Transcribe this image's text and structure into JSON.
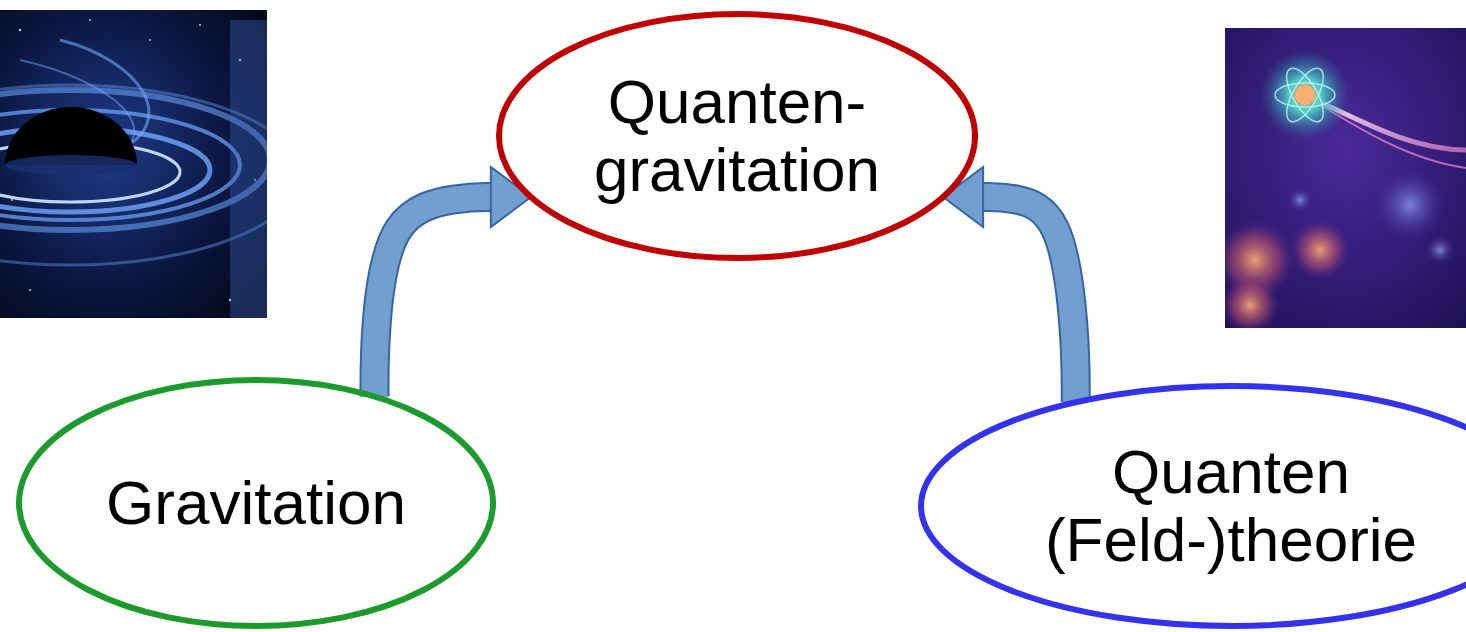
{
  "diagram": {
    "nodes": [
      {
        "text": [
          "Quanten- gravitation"
        ]
      },
      {
        "text": [
          "Gravitation"
        ]
      },
      {
        "text": [
          "Quanten (Feld-)theorie"
        ]
      }
    ],
    "edges": [
      {
        "from": 1,
        "to": 0,
        "arrow": "to"
      },
      {
        "from": 2,
        "to": 0,
        "arrow": "to"
      }
    ]
  }
}
